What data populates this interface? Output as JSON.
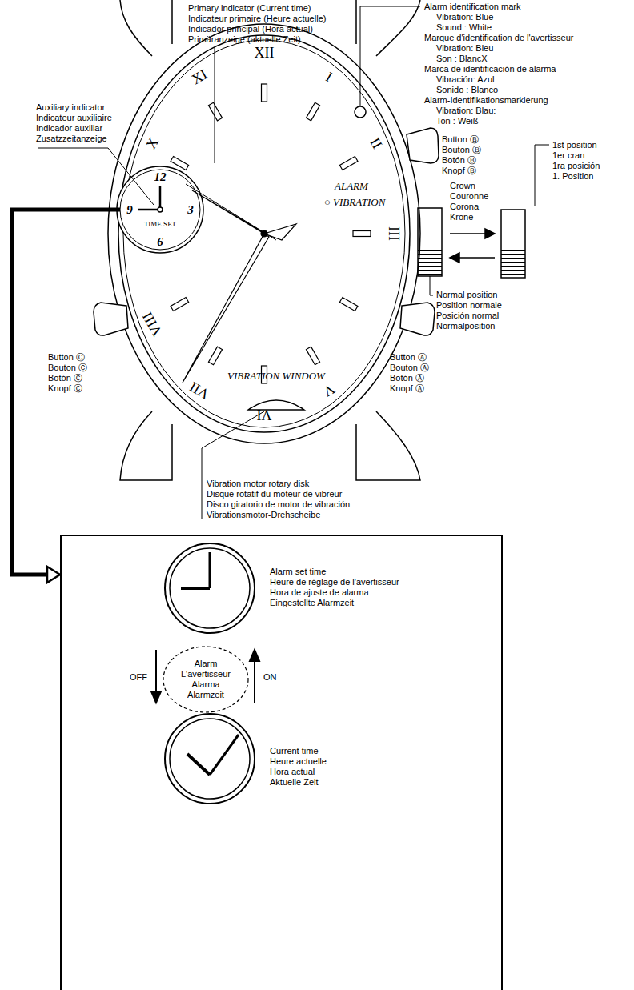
{
  "diagram": {
    "nodes": [
      {
        "text": [
          "12",
          "3",
          "6",
          "9",
          "TIME SET"
        ]
      },
      {
        "text": [
          "Alarm set time",
          "Heure de réglage de l'avertisseur",
          "Hora de ajuste de alarma",
          "Eingestellte Alarmzeit",
          "OFF",
          "ON",
          "Current time",
          "Heure actuelle",
          "Hora actual",
          "Aktuelle Zeit"
        ]
      },
      {
        "text": [
          "Alarm",
          "L'avertisseur",
          "Alarma",
          "Alarmzeit"
        ],
        "in": 1
      }
    ],
    "edges": [
      {
        "from": 0,
        "to": 1,
        "arrow": "to"
      }
    ],
    "labels": [
      "Primary indicator (Current time)",
      "Indicateur primaire (Heure actuelle)",
      "Indicador principal (Hora actual)",
      "Primäranzeige (aktuelle Zeit)",
      "Auxiliary indicator",
      "Indicateur auxiliaire",
      "Indicador auxiliar",
      "Zusatzzeitanzeige",
      "Alarm identification mark",
      "Vibration: Blue",
      "Sound : White",
      "Marque d'identification de l'avertisseur",
      "Vibration: Bleu",
      "Son : BlancX",
      "Marca de identificación de alarma",
      "Vibración: Azul",
      "Sonido : Blanco",
      "Alarm-Identifikationsmarkierung",
      "Vibration: Blau:",
      "Ton : Weiß",
      "Button Ⓑ",
      "Bouton Ⓑ",
      "Botón Ⓑ",
      "Knopf Ⓑ",
      "1st position",
      "1er cran",
      "1ra posición",
      "1. Position",
      "Crown",
      "Couronne",
      "Corona",
      "Krone",
      "Normal position",
      "Position normale",
      "Posición normal",
      "Normalposition",
      "Button Ⓒ",
      "Bouton Ⓒ",
      "Botón Ⓒ",
      "Knopf Ⓒ",
      "Button Ⓐ",
      "Bouton Ⓐ",
      "Botón Ⓐ",
      "Knopf Ⓐ",
      "Vibration motor rotary disk",
      "Disque rotatif du moteur de vibreur",
      "Disco giratorio de motor de vibración",
      "Vibrationsmotor-Drehscheibe",
      "XII",
      "I",
      "II",
      "III",
      "V",
      "VI",
      "VII",
      "VIII",
      "X",
      "XI",
      "ALARM",
      "○ VIBRATION",
      "VIBRATION WINDOW"
    ]
  }
}
